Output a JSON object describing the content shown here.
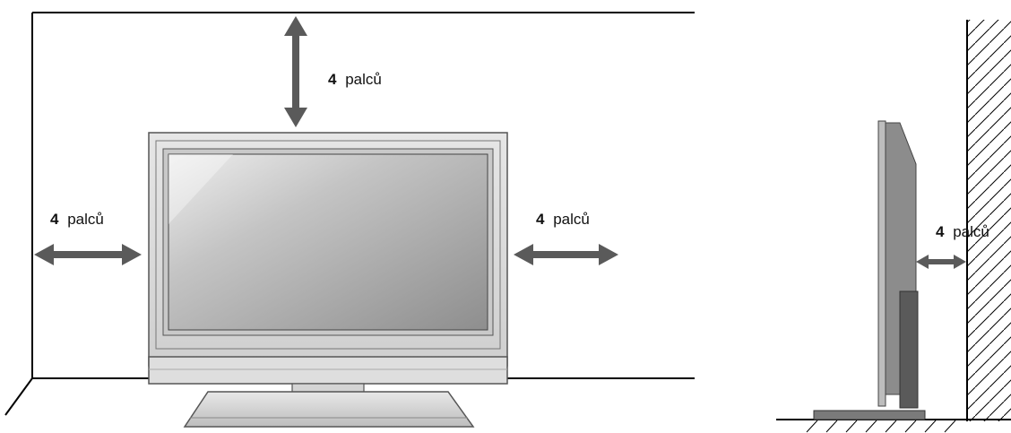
{
  "labels": {
    "top": {
      "num": "4",
      "unit": "palců"
    },
    "left": {
      "num": "4",
      "unit": "palců"
    },
    "right": {
      "num": "4",
      "unit": "palců"
    },
    "side": {
      "num": "4",
      "unit": "palců"
    }
  },
  "colors": {
    "line": "#000000",
    "arrow": "#5a5a5a",
    "tv_frame": "#d9d9d9",
    "screen_dark": "#8e8e8e",
    "screen_light": "#e2e2e2"
  }
}
